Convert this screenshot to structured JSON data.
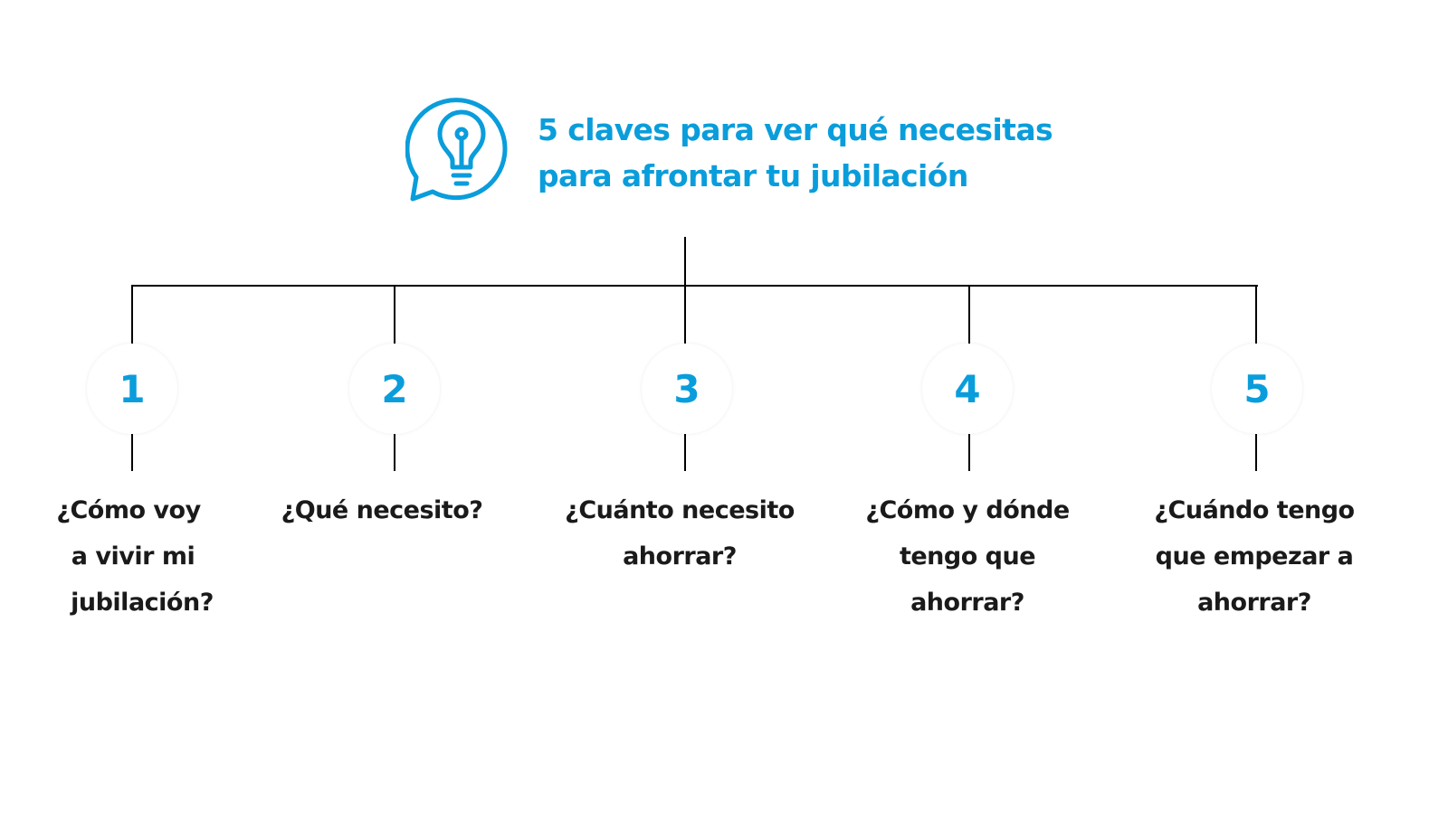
{
  "header": {
    "icon": "lightbulb-speech-bubble-icon",
    "title_lines": [
      "5 claves para ver qué necesitas",
      "para afrontar tu jubilación"
    ]
  },
  "colors": {
    "accent": "#0a9ddb",
    "line": "#000000",
    "text": "#1a1a1a"
  },
  "steps": [
    {
      "number": "1",
      "lines": [
        "¿Cómo voy",
        "a vivir mi",
        "jubilación?"
      ]
    },
    {
      "number": "2",
      "lines": [
        "¿Qué necesito?"
      ]
    },
    {
      "number": "3",
      "lines": [
        "¿Cuánto necesito",
        "ahorrar?"
      ]
    },
    {
      "number": "4",
      "lines": [
        "¿Cómo y dónde",
        "tengo que",
        "ahorrar?"
      ]
    },
    {
      "number": "5",
      "lines": [
        "¿Cuándo tengo",
        "que empezar a",
        "ahorrar?"
      ]
    }
  ]
}
